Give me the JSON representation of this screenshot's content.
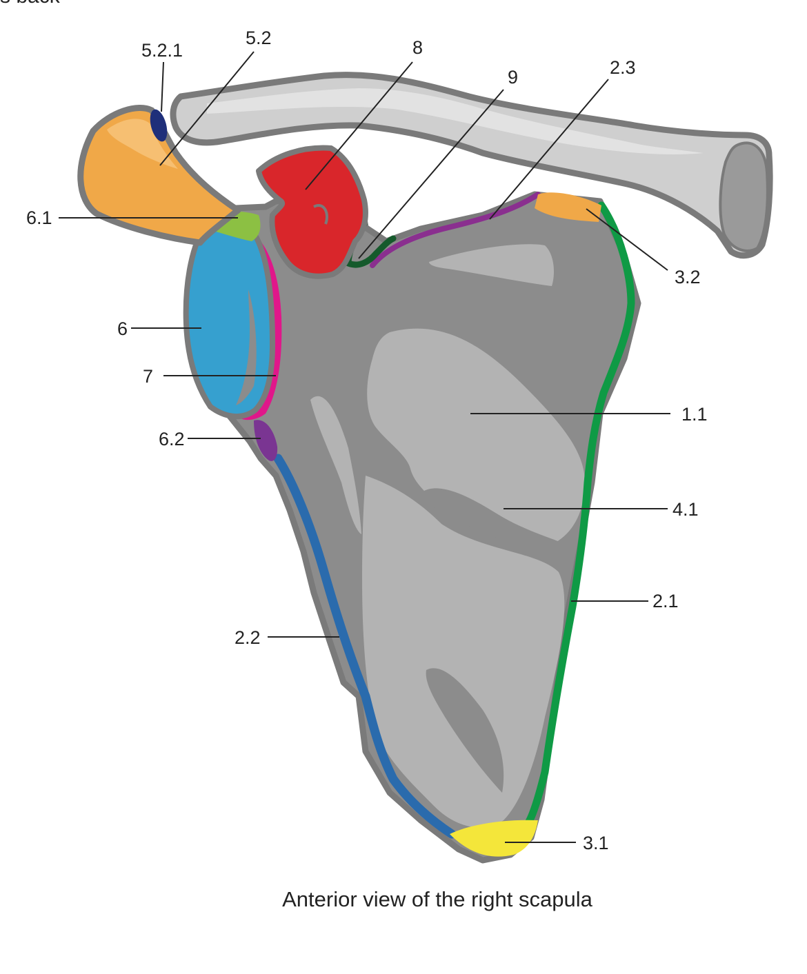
{
  "header": {
    "cropped_text": "s back"
  },
  "caption": "Anterior view of the right scapula",
  "labels": {
    "l_5_2_1": "5.2.1",
    "l_5_2": "5.2",
    "l_8": "8",
    "l_9": "9",
    "l_2_3": "2.3",
    "l_3_2": "3.2",
    "l_6_1": "6.1",
    "l_6": "6",
    "l_7": "7",
    "l_6_2": "6.2",
    "l_1_1": "1.1",
    "l_4_1": "4.1",
    "l_2_1": "2.1",
    "l_2_2": "2.2",
    "l_3_1": "3.1"
  },
  "colors": {
    "outline": "#7a7a7a",
    "bone": "#8c8c8c",
    "bone_light": "#b3b3b3",
    "clavicle": "#cfcfcf",
    "clavicle_light": "#e2e2e2",
    "clavicle_end": "#9a9a9a",
    "acromion": "#f0a848",
    "acromion_light": "#f6bf72",
    "acromion_facet": "#1f2f7a",
    "coracoid": "#d9262b",
    "glenoid": "#36a0cf",
    "glenoid_labrum": "#e0178a",
    "supraglenoid": "#8cc043",
    "infraglenoid": "#7a3592",
    "lateral_border": "#2a6bad",
    "medial_border": "#0f9a45",
    "superior_border": "#8a2f8f",
    "scapular_notch": "#155a2c",
    "superior_angle": "#f0a848",
    "inferior_angle": "#f4e63a"
  }
}
